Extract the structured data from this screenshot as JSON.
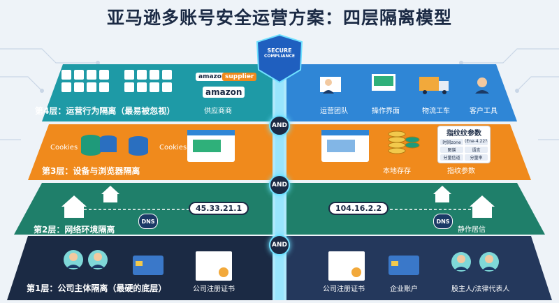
{
  "title": "亚马逊多账号安全运营方案：四层隔离模型",
  "shield": {
    "line1": "SECURE",
    "line2": "COMPLIANCE"
  },
  "and_label": "AND",
  "layer4": {
    "label": "第4层：运营行为隔离（最易被忽视）",
    "brands": [
      "amazon",
      "supplier",
      "amazon"
    ],
    "supplier_caption": "供应商商",
    "right_captions": [
      "运营团队",
      "操作界面",
      "物流工车",
      "客户工具"
    ]
  },
  "layer3": {
    "label": "第3层：设备与浏览器隔离",
    "cookies_left": "Cookies",
    "cookies_right": "Cookies",
    "storage_caption": "本地存存",
    "fingerprint_caption": "指纹参数",
    "fingerprint_panel": {
      "title": "指纹纹参数",
      "cells": [
        "时间zone",
        "(Ene-4.22?8)",
        "图谱",
        "语言",
        "分量信道",
        "分量率"
      ]
    }
  },
  "layer2": {
    "label": "第2层：网络环境隔离",
    "ip_left": "45.33.21.1",
    "ip_right": "104.16.2.2",
    "dns": "DNS",
    "residence_caption": "静作居信"
  },
  "layer1": {
    "label": "第1层：公司主体隔离（最硬的底层）",
    "cert_left_caption": "公司注册证书",
    "cert_right_caption": "公司注册证书",
    "bank_caption": "企业账户",
    "owner_caption": "股主人/法律代表人"
  },
  "colors": {
    "layer4_left": "#1e9aa6",
    "layer4_right": "#2f86d6",
    "layer3": "#f08a1c",
    "layer2": "#1f7f6a",
    "layer1_left": "#1b2a44",
    "layer1_right": "#24385c",
    "beam": "#6fe0ff",
    "shield": "#1f5fbf"
  }
}
